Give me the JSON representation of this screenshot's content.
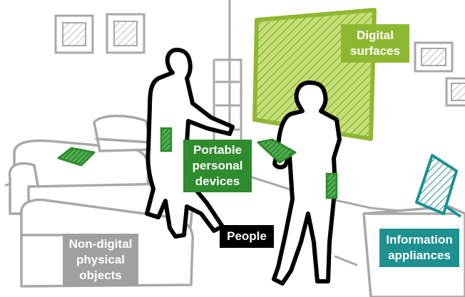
{
  "colors": {
    "sketch": "#a8a8a8",
    "people": "#000000",
    "device_green": "#2e8b2e",
    "surface_green": "#8fb832",
    "appliance_teal": "#1e9090",
    "nondigital_gray": "#a0a0a0",
    "background": "#ffffff"
  },
  "labels": {
    "digital_surfaces": {
      "lines": [
        "Digital",
        "surfaces"
      ],
      "color": "#8fb832"
    },
    "portable_devices": {
      "lines": [
        "Portable",
        "personal",
        "devices"
      ],
      "color": "#2e8b2e"
    },
    "people": {
      "lines": [
        "People"
      ],
      "color": "#000000"
    },
    "non_digital": {
      "lines": [
        "Non-digital",
        "physical",
        "objects"
      ],
      "color": "#a0a0a0"
    },
    "information_appliances": {
      "lines": [
        "Information",
        "appliances"
      ],
      "color": "#1e9090"
    }
  }
}
